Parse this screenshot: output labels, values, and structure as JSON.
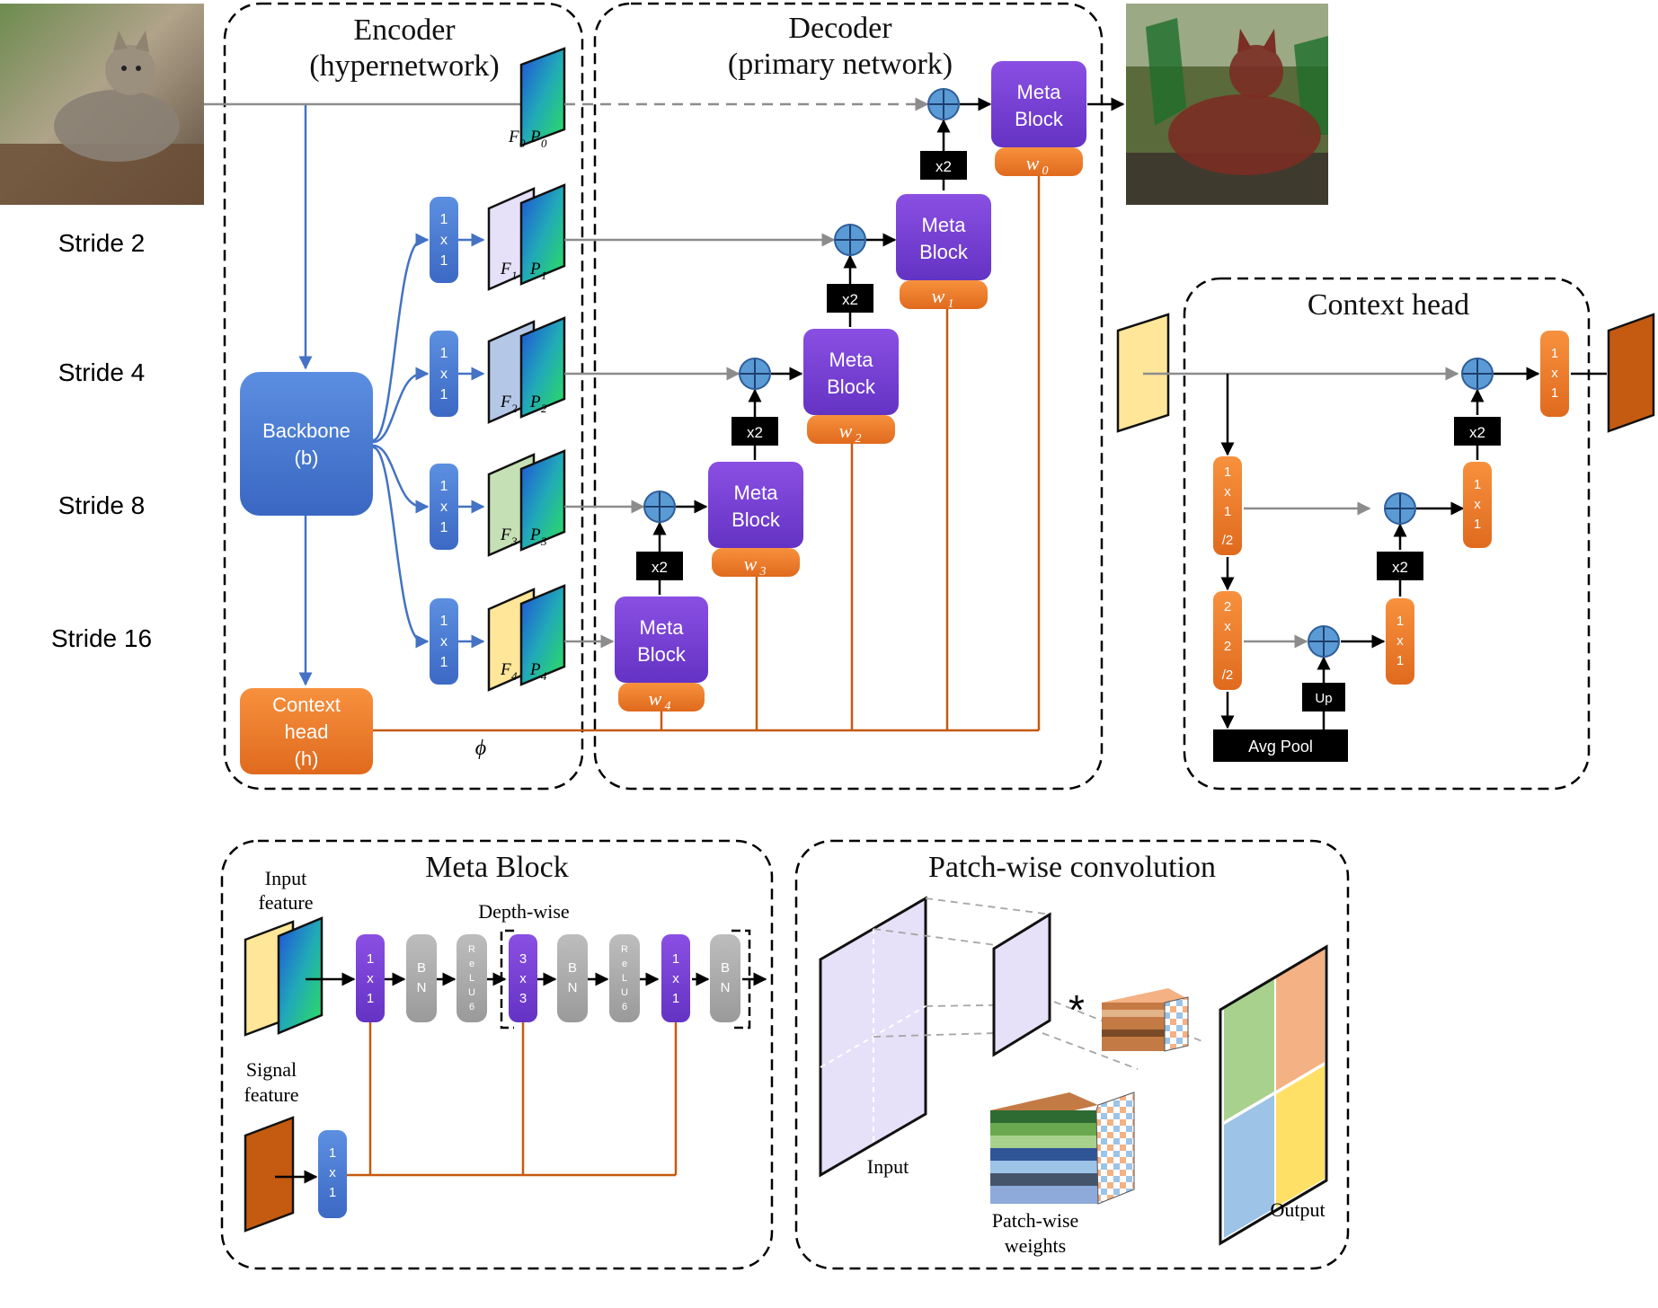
{
  "encoder": {
    "title_line1": "Encoder",
    "title_line2": "(hypernetwork)"
  },
  "decoder": {
    "title_line1": "Decoder",
    "title_line2": "(primary network)"
  },
  "strides": [
    "Stride 2",
    "Stride 4",
    "Stride 8",
    "Stride 16"
  ],
  "backbone": {
    "line1": "Backbone",
    "line2": "(b)"
  },
  "context_head_node": {
    "line1": "Context",
    "line2": "head",
    "line3": "(h)"
  },
  "phi": "ϕ",
  "conv_1x1": [
    "1",
    "x",
    "1"
  ],
  "feature_labels": [
    {
      "F": "F",
      "P": "P",
      "sub": "0"
    },
    {
      "F": "F",
      "P": "P",
      "sub": "1"
    },
    {
      "F": "F",
      "P": "P",
      "sub": "2"
    },
    {
      "F": "F",
      "P": "P",
      "sub": "3"
    },
    {
      "F": "F",
      "P": "P",
      "sub": "4"
    }
  ],
  "meta_block": {
    "line1": "Meta",
    "line2": "Block"
  },
  "weights": [
    {
      "w": "w",
      "sub": "0"
    },
    {
      "w": "w",
      "sub": "1"
    },
    {
      "w": "w",
      "sub": "2"
    },
    {
      "w": "w",
      "sub": "3"
    },
    {
      "w": "w",
      "sub": "4"
    }
  ],
  "upsample": "x2",
  "context_head": {
    "title": "Context head",
    "conv_a": [
      "1",
      "x",
      "1",
      "/2"
    ],
    "conv_b": [
      "2",
      "x",
      "2",
      "/2"
    ],
    "conv_out": [
      "1",
      "x",
      "1"
    ],
    "avg_pool": "Avg Pool",
    "up": "Up",
    "x2": "x2"
  },
  "meta_block_panel": {
    "title": "Meta Block",
    "input_feature": [
      "Input",
      "feature"
    ],
    "signal_feature": [
      "Signal",
      "feature"
    ],
    "depth_wise": "Depth-wise",
    "conv_1x1": [
      "1",
      "x",
      "1"
    ],
    "conv_3x3": [
      "3",
      "x",
      "3"
    ],
    "bn": [
      "B",
      "N"
    ],
    "relu6": [
      "R",
      "e",
      "L",
      "U",
      "6"
    ]
  },
  "patch_panel": {
    "title": "Patch-wise convolution",
    "input": "Input",
    "weights": [
      "Patch-wise",
      "weights"
    ],
    "output": "Output",
    "operator": "*"
  },
  "colors": {
    "blue": "#4472c4",
    "purple": "#7030a0",
    "orange": "#ed7d31",
    "connector": "#c55a11",
    "black_box": "#000000",
    "gray_bn": "#a6a6a6",
    "feature_f0": "#ffffff",
    "feature_f1": "#e6e0f8",
    "feature_f2": "#b4c7e7",
    "feature_f3": "#c5e0b4",
    "feature_f4": "#ffe699"
  }
}
